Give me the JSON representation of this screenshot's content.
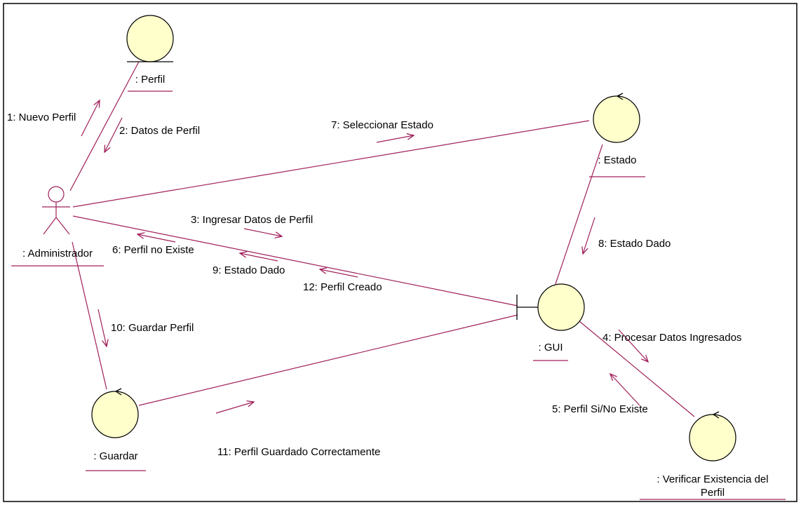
{
  "objects": {
    "perfil": ": Perfil",
    "estado": ": Estado",
    "gui": ": GUI",
    "guardar": ": Guardar",
    "verificar_line1": ": Verificar Existencia del",
    "verificar_line2": "Perfil",
    "administrador": ": Administrador"
  },
  "messages": {
    "m1": "1: Nuevo Perfil",
    "m2": "2: Datos de Perfil",
    "m3": "3: Ingresar Datos de Perfil",
    "m4": "4: Procesar Datos Ingresados",
    "m5": "5: Perfil Si/No Existe",
    "m6": "6: Perfil no Existe",
    "m7": "7: Seleccionar Estado",
    "m8": "8: Estado Dado",
    "m9": "9: Estado Dado",
    "m10": "10: Guardar Perfil",
    "m11": "11: Perfil Guardado Correctamente",
    "m12": "12: Perfil Creado"
  },
  "colors": {
    "link": "#a0205a",
    "object_fill": "#ffffcc",
    "border": "#000000"
  }
}
